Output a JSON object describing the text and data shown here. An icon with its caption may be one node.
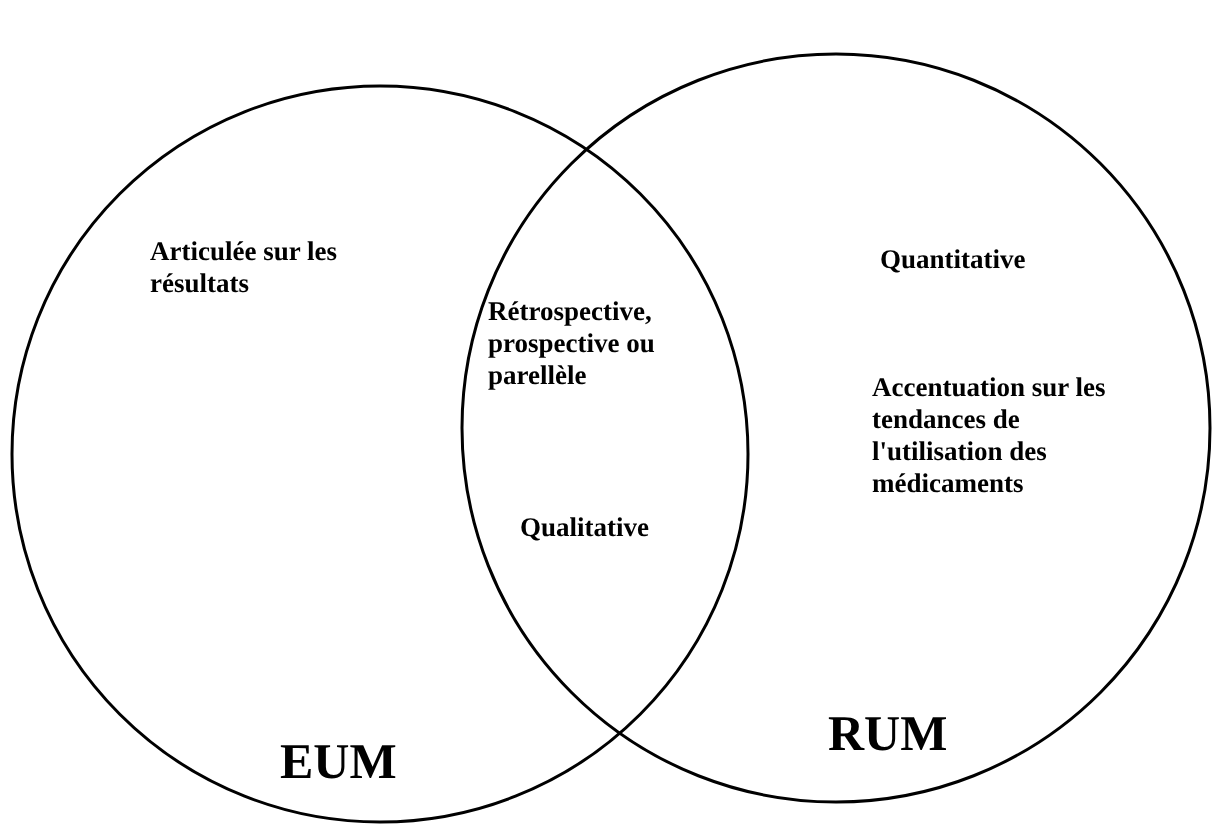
{
  "diagram": {
    "nodes": [
      {
        "text": [
          "Articulée sur les résultats",
          "EUM"
        ]
      },
      {
        "text": [
          "Quantitative",
          "Accentuation sur les tendances de l'utilisation des médicaments",
          "RUM"
        ]
      }
    ],
    "labels": [
      "Rétrospective, prospective ou parellèle",
      "Qualitative"
    ]
  }
}
